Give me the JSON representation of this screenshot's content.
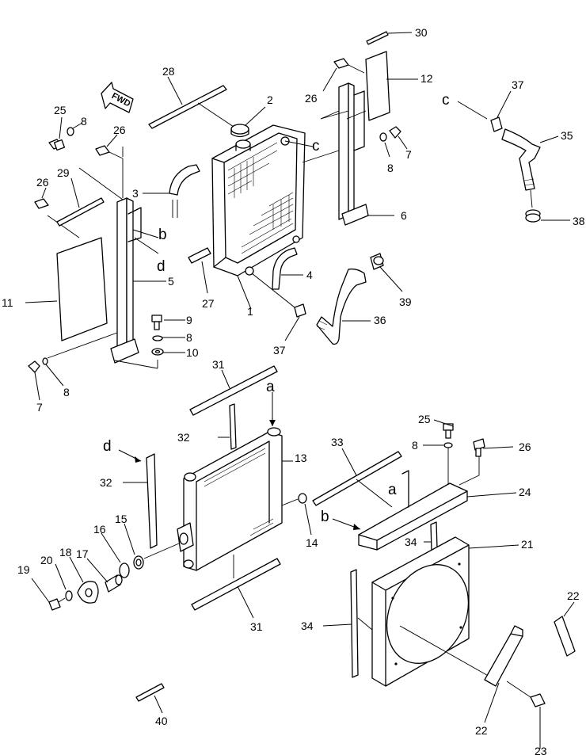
{
  "diagram": {
    "forward_marker": "FWD",
    "part_numbers": [
      "1",
      "2",
      "3",
      "4",
      "5",
      "6",
      "7",
      "8",
      "9",
      "10",
      "11",
      "12",
      "13",
      "14",
      "15",
      "16",
      "17",
      "18",
      "19",
      "20",
      "21",
      "22",
      "23",
      "24",
      "25",
      "26",
      "27",
      "28",
      "29",
      "30",
      "31",
      "32",
      "33",
      "34",
      "35",
      "36",
      "37",
      "38",
      "39",
      "40"
    ],
    "callouts": [
      {
        "id": "c1",
        "text": "1"
      },
      {
        "id": "c2",
        "text": "2"
      },
      {
        "id": "c3",
        "text": "3"
      },
      {
        "id": "c4",
        "text": "4"
      },
      {
        "id": "c5",
        "text": "5"
      },
      {
        "id": "c6",
        "text": "6"
      },
      {
        "id": "c7a",
        "text": "7"
      },
      {
        "id": "c7b",
        "text": "7"
      },
      {
        "id": "c8a",
        "text": "8"
      },
      {
        "id": "c8b",
        "text": "8"
      },
      {
        "id": "c8c",
        "text": "8"
      },
      {
        "id": "c8d",
        "text": "8"
      },
      {
        "id": "c8e",
        "text": "8"
      },
      {
        "id": "c9",
        "text": "9"
      },
      {
        "id": "c10",
        "text": "10"
      },
      {
        "id": "c11",
        "text": "11"
      },
      {
        "id": "c12",
        "text": "12"
      },
      {
        "id": "c13",
        "text": "13"
      },
      {
        "id": "c14",
        "text": "14"
      },
      {
        "id": "c15",
        "text": "15"
      },
      {
        "id": "c16",
        "text": "16"
      },
      {
        "id": "c17",
        "text": "17"
      },
      {
        "id": "c18",
        "text": "18"
      },
      {
        "id": "c19",
        "text": "19"
      },
      {
        "id": "c20",
        "text": "20"
      },
      {
        "id": "c21",
        "text": "21"
      },
      {
        "id": "c22a",
        "text": "22"
      },
      {
        "id": "c22b",
        "text": "22"
      },
      {
        "id": "c23",
        "text": "23"
      },
      {
        "id": "c24",
        "text": "24"
      },
      {
        "id": "c25a",
        "text": "25"
      },
      {
        "id": "c25b",
        "text": "25"
      },
      {
        "id": "c26a",
        "text": "26"
      },
      {
        "id": "c26b",
        "text": "26"
      },
      {
        "id": "c26c",
        "text": "26"
      },
      {
        "id": "c26d",
        "text": "26"
      },
      {
        "id": "c27",
        "text": "27"
      },
      {
        "id": "c28",
        "text": "28"
      },
      {
        "id": "c29",
        "text": "29"
      },
      {
        "id": "c30",
        "text": "30"
      },
      {
        "id": "c31a",
        "text": "31"
      },
      {
        "id": "c31b",
        "text": "31"
      },
      {
        "id": "c32a",
        "text": "32"
      },
      {
        "id": "c32b",
        "text": "32"
      },
      {
        "id": "c33",
        "text": "33"
      },
      {
        "id": "c34a",
        "text": "34"
      },
      {
        "id": "c34b",
        "text": "34"
      },
      {
        "id": "c35",
        "text": "35"
      },
      {
        "id": "c36",
        "text": "36"
      },
      {
        "id": "c37a",
        "text": "37"
      },
      {
        "id": "c37b",
        "text": "37"
      },
      {
        "id": "c38",
        "text": "38"
      },
      {
        "id": "c39",
        "text": "39"
      },
      {
        "id": "c40",
        "text": "40"
      }
    ],
    "reference_letters": [
      {
        "id": "ra1",
        "text": "a"
      },
      {
        "id": "ra2",
        "text": "a"
      },
      {
        "id": "rb1",
        "text": "b"
      },
      {
        "id": "rb2",
        "text": "b"
      },
      {
        "id": "rc1",
        "text": "c"
      },
      {
        "id": "rc2",
        "text": "c"
      },
      {
        "id": "rd1",
        "text": "d"
      },
      {
        "id": "rd2",
        "text": "d"
      }
    ]
  }
}
